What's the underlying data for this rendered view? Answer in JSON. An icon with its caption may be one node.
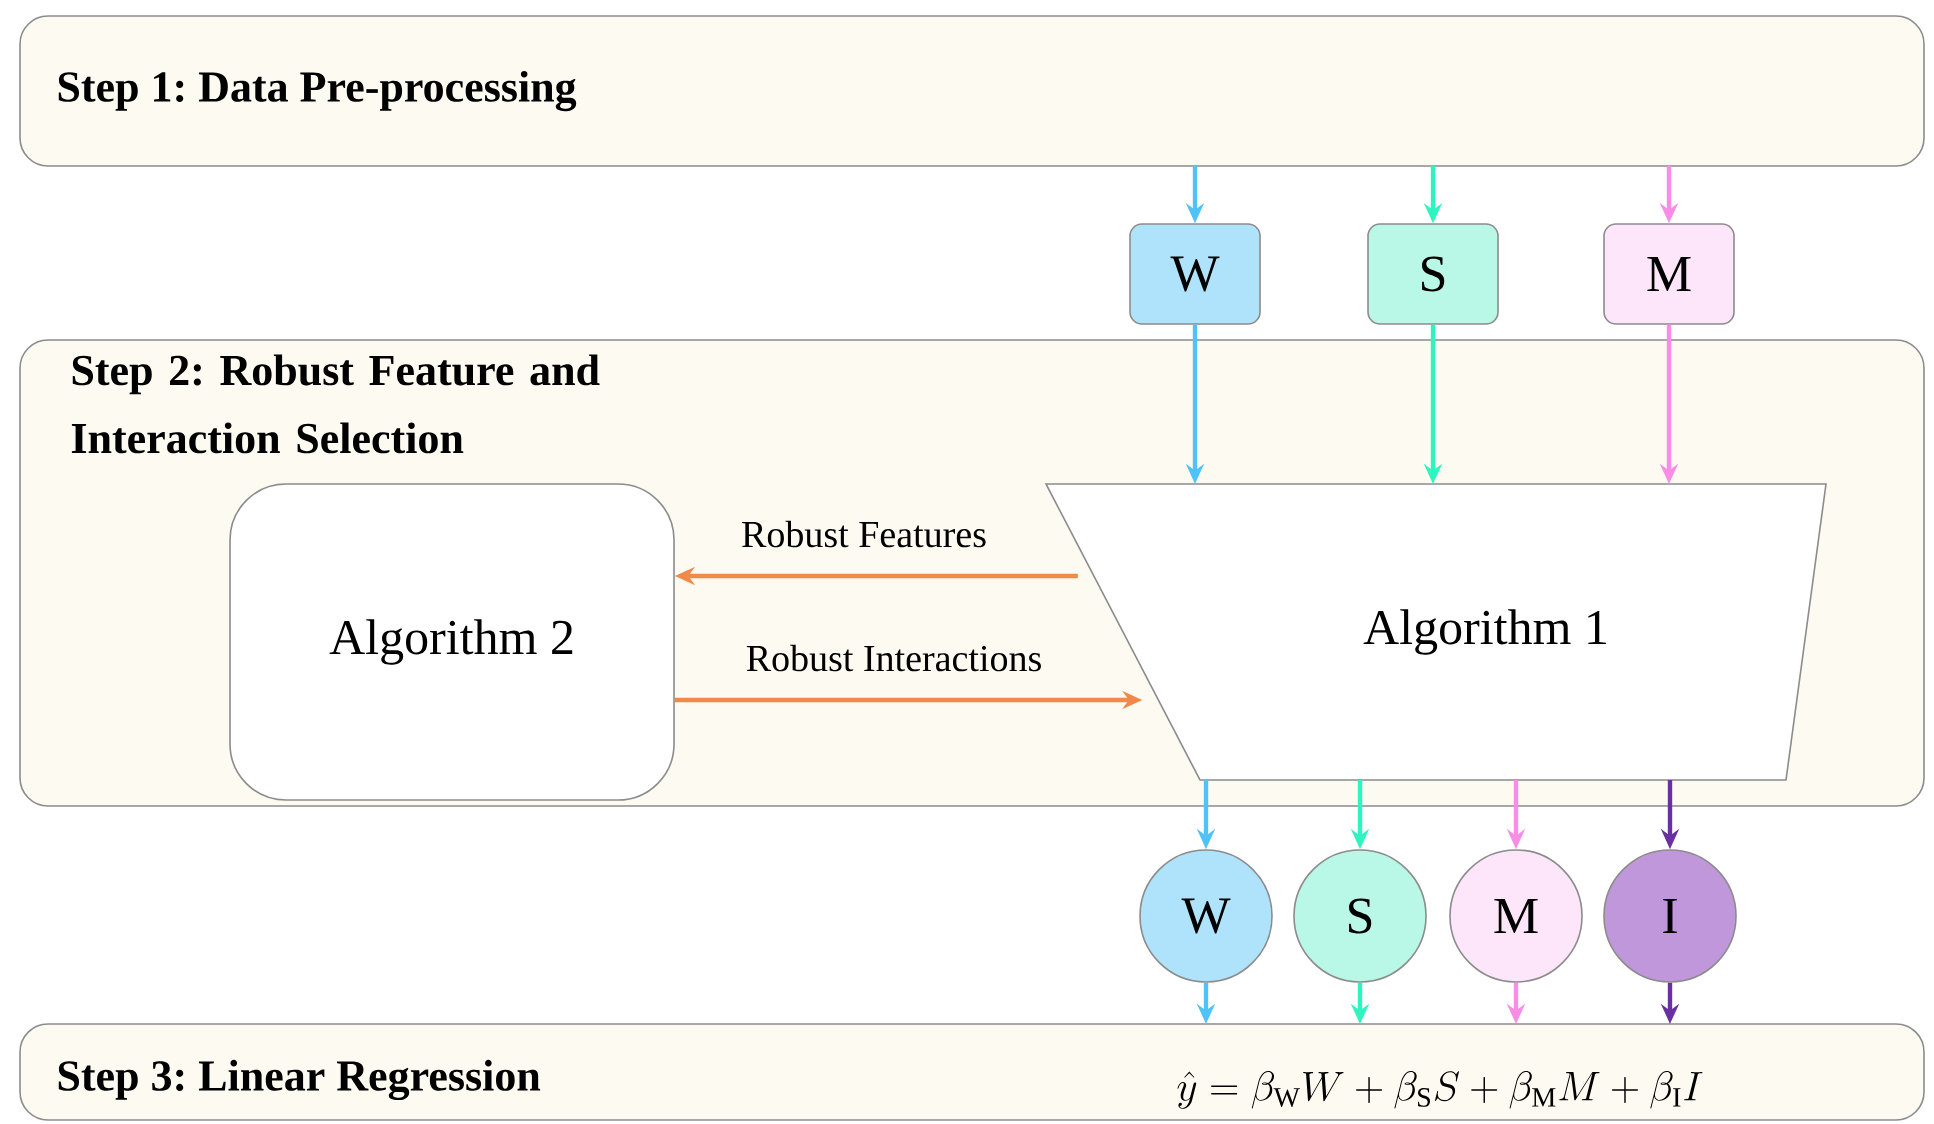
{
  "diagram": {
    "nodes": [
      {
        "text": [
          "Step 1: Data Pre-processing"
        ]
      },
      {
        "text": [
          "W"
        ]
      },
      {
        "text": [
          "S"
        ]
      },
      {
        "text": [
          "M"
        ]
      },
      {
        "text": [
          "Step 2: Robust Feature and Interaction Selection"
        ]
      },
      {
        "text": [
          "Algorithm 2"
        ],
        "in": 4
      },
      {
        "text": [
          "Algorithm 1"
        ],
        "in": 4
      },
      {
        "text": [
          "W"
        ]
      },
      {
        "text": [
          "S"
        ]
      },
      {
        "text": [
          "M"
        ]
      },
      {
        "text": [
          "I"
        ]
      },
      {
        "text": [
          "Step 3: Linear Regression",
          "\\hat{y} = \\beta_{\\mathrm{W}}W + \\beta_{\\mathrm{S}}S + \\beta_{\\mathrm{M}}M + \\beta_{\\mathrm{I}}I"
        ]
      }
    ],
    "edges": [
      {
        "from": 0,
        "to": 1,
        "arrow": "to",
        "color": "#4fc3f7"
      },
      {
        "from": 0,
        "to": 2,
        "arrow": "to",
        "color": "#2ef5c0"
      },
      {
        "from": 0,
        "to": 3,
        "arrow": "to",
        "color": "#f78de6"
      },
      {
        "from": 1,
        "to": 6,
        "arrow": "to",
        "color": "#4fc3f7"
      },
      {
        "from": 2,
        "to": 6,
        "arrow": "to",
        "color": "#2ef5c0"
      },
      {
        "from": 3,
        "to": 6,
        "arrow": "to",
        "color": "#f78de6"
      },
      {
        "from": 6,
        "to": 5,
        "arrow": "to",
        "label": "Robust Features",
        "color": "#f0894a"
      },
      {
        "from": 5,
        "to": 6,
        "arrow": "to",
        "label": "Robust Interactions",
        "color": "#f0894a"
      },
      {
        "from": 6,
        "to": 7,
        "arrow": "to",
        "color": "#4fc3f7"
      },
      {
        "from": 6,
        "to": 8,
        "arrow": "to",
        "color": "#2ef5c0"
      },
      {
        "from": 6,
        "to": 9,
        "arrow": "to",
        "color": "#f78de6"
      },
      {
        "from": 6,
        "to": 10,
        "arrow": "to",
        "color": "#6a2fa0"
      },
      {
        "from": 7,
        "to": 11,
        "arrow": "to",
        "color": "#4fc3f7"
      },
      {
        "from": 8,
        "to": 11,
        "arrow": "to",
        "color": "#2ef5c0"
      },
      {
        "from": 9,
        "to": 11,
        "arrow": "to",
        "color": "#f78de6"
      },
      {
        "from": 10,
        "to": 11,
        "arrow": "to",
        "color": "#6a2fa0"
      }
    ]
  }
}
